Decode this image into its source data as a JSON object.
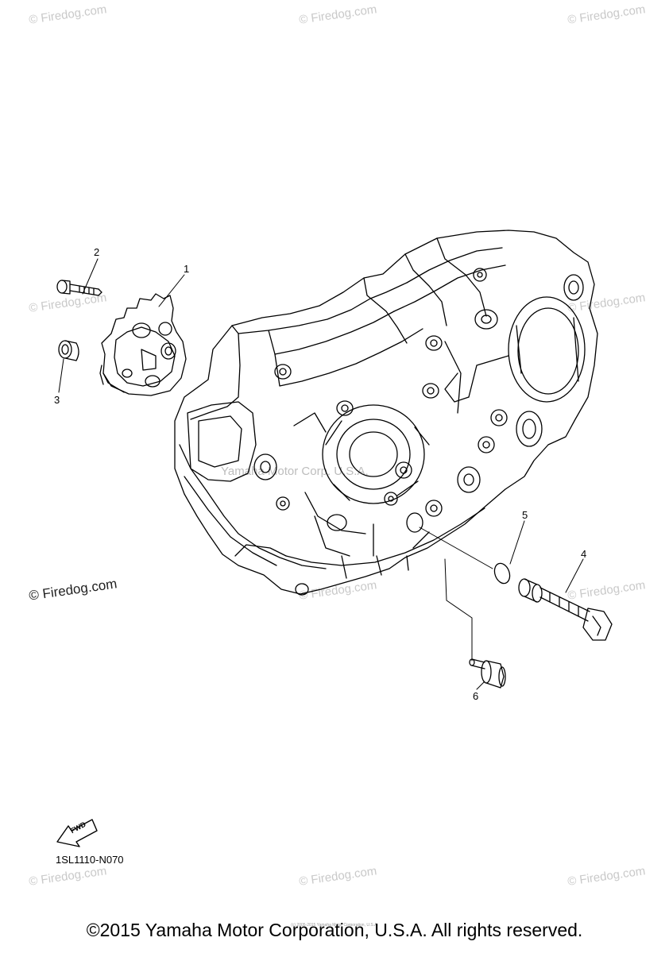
{
  "watermarks": [
    "© Firedog.com",
    "© Firedog.com",
    "© Firedog.com",
    "© Firedog.com",
    "© Firedog.com",
    "© Firedog.com",
    "© Firedog.com",
    "© Firedog.com",
    "© Firedog.com",
    "© Firedog.com"
  ],
  "prominent_watermark": "© Firedog.com",
  "center_watermark": "Yamaha Motor Corp. U.S.A.",
  "callouts": {
    "c1": "1",
    "c2": "2",
    "c3": "3",
    "c4": "4",
    "c5": "5",
    "c6": "6"
  },
  "fwd_label": "FWD",
  "part_code": "1SL1110-N070",
  "tiny_text": "(c) 2005-2015 Yamaha Motor Corporation, U.S.A.",
  "copyright": "©2015 Yamaha Motor Corporation, U.S.A. All rights reserved."
}
